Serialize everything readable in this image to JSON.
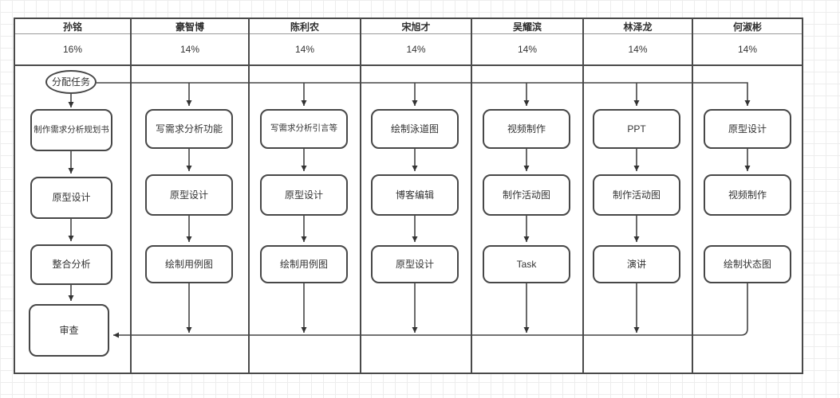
{
  "diagram": {
    "type": "swimlane-flowchart",
    "title": "task-allocation-swimlanes",
    "colors": {
      "line": "#474747",
      "text": "#333333",
      "background": "#ffffff",
      "grid": "#ededed"
    },
    "start_label": "分配任务",
    "lanes": [
      {
        "name": "孙铭",
        "percent": "16%",
        "tasks": [
          "制作需求分析规划书",
          "原型设计",
          "整合分析",
          "审查"
        ]
      },
      {
        "name": "豪智博",
        "percent": "14%",
        "tasks": [
          "写需求分析功能",
          "原型设计",
          "绘制用例图"
        ]
      },
      {
        "name": "陈利农",
        "percent": "14%",
        "tasks": [
          "写需求分析引言等",
          "原型设计",
          "绘制用例图"
        ]
      },
      {
        "name": "宋旭才",
        "percent": "14%",
        "tasks": [
          "绘制泳道图",
          "博客编辑",
          "原型设计"
        ]
      },
      {
        "name": "吴耀滨",
        "percent": "14%",
        "tasks": [
          "视频制作",
          "制作活动图",
          "Task"
        ]
      },
      {
        "name": "林泽龙",
        "percent": "14%",
        "tasks": [
          "PPT",
          "制作活动图",
          "演讲"
        ]
      },
      {
        "name": "何淑彬",
        "percent": "14%",
        "tasks": [
          "原型设计",
          "视频制作",
          "绘制状态图"
        ]
      }
    ]
  }
}
